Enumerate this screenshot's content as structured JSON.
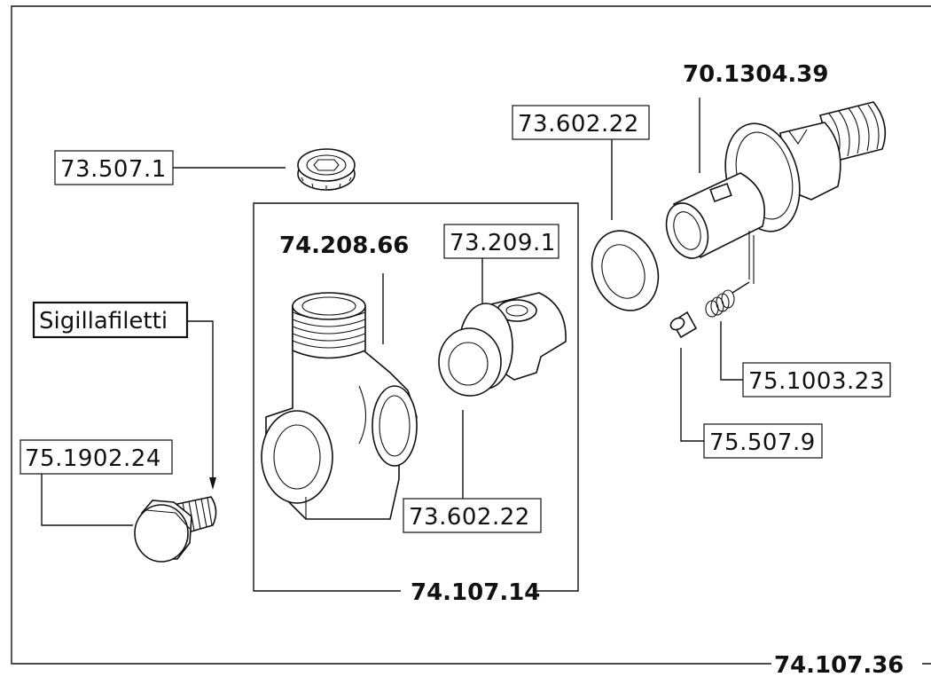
{
  "labels": {
    "cap_code": "73.507.1",
    "sealant": "Sigillafiletti",
    "plug_code": "75.1902.24",
    "elbow_code": "74.208.66",
    "valve_code": "73.209.1",
    "seal_lower_code": "73.602.22",
    "group_code": "74.107.14",
    "seal_upper_code": "73.602.22",
    "nozzle_code": "70.1304.39",
    "spring_code": "75.1003.23",
    "pin_code": "75.507.9",
    "assembly_code": "74.107.36"
  }
}
